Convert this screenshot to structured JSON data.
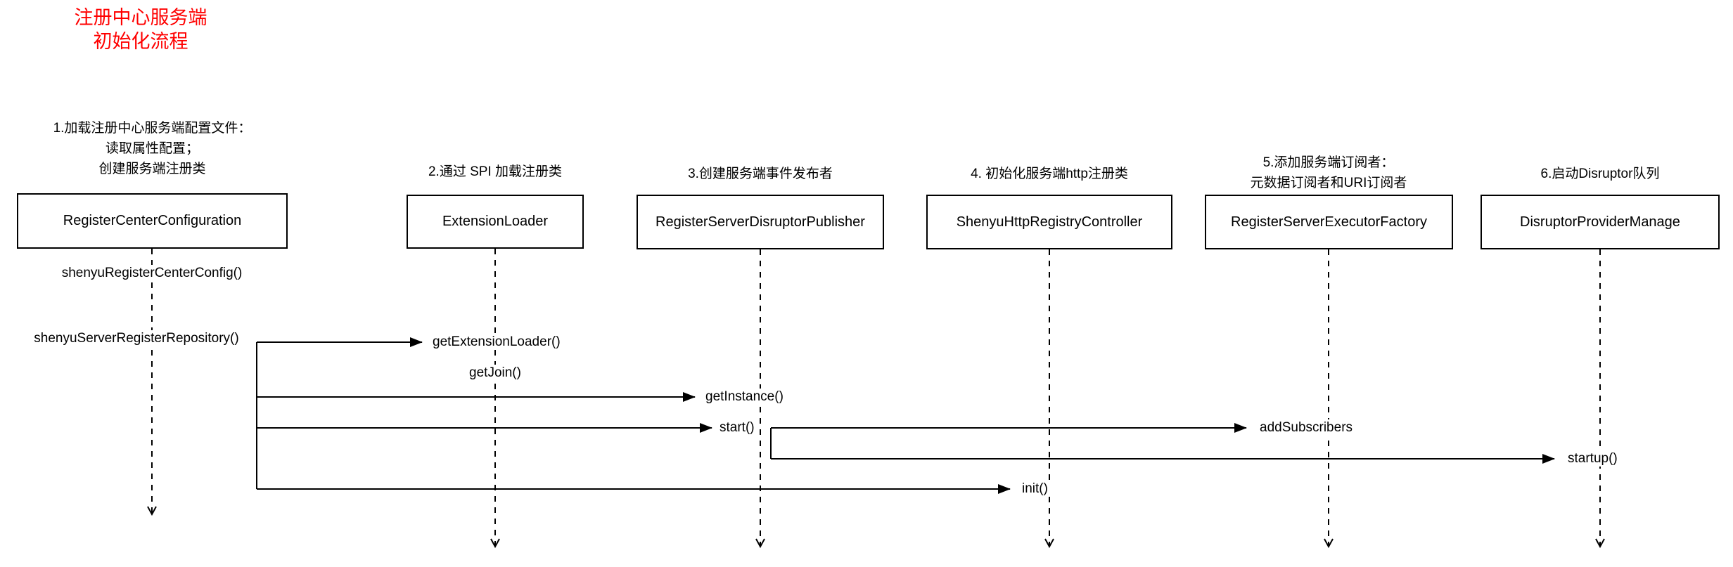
{
  "title": {
    "line1": "注册中心服务端",
    "line2": "初始化流程",
    "color": "#ff0000"
  },
  "participants": [
    {
      "note": "1.加载注册中心服务端配置文件：\n读取属性配置；\n创建服务端注册类",
      "name": "RegisterCenterConfiguration"
    },
    {
      "note": "2.通过 SPI 加载注册类",
      "name": "ExtensionLoader"
    },
    {
      "note": "3.创建服务端事件发布者",
      "name": "RegisterServerDisruptorPublisher"
    },
    {
      "note": "4. 初始化服务端http注册类",
      "name": "ShenyuHttpRegistryController"
    },
    {
      "note": "5.添加服务端订阅者：\n元数据订阅者和URI订阅者",
      "name": "RegisterServerExecutorFactory"
    },
    {
      "note": "6.启动Disruptor队列",
      "name": "DisruptorProviderManage"
    }
  ],
  "messages": [
    {
      "label": "shenyuRegisterCenterConfig()"
    },
    {
      "label": "shenyuServerRegisterRepository()"
    },
    {
      "label": "getExtensionLoader()"
    },
    {
      "label": "getJoin()"
    },
    {
      "label": "getInstance()"
    },
    {
      "label": "start()"
    },
    {
      "label": "addSubscribers"
    },
    {
      "label": "startup()"
    },
    {
      "label": "init()"
    }
  ],
  "colors": {
    "background": "#ffffff",
    "line": "#000000",
    "box_border": "#000000",
    "title": "#ff0000"
  }
}
